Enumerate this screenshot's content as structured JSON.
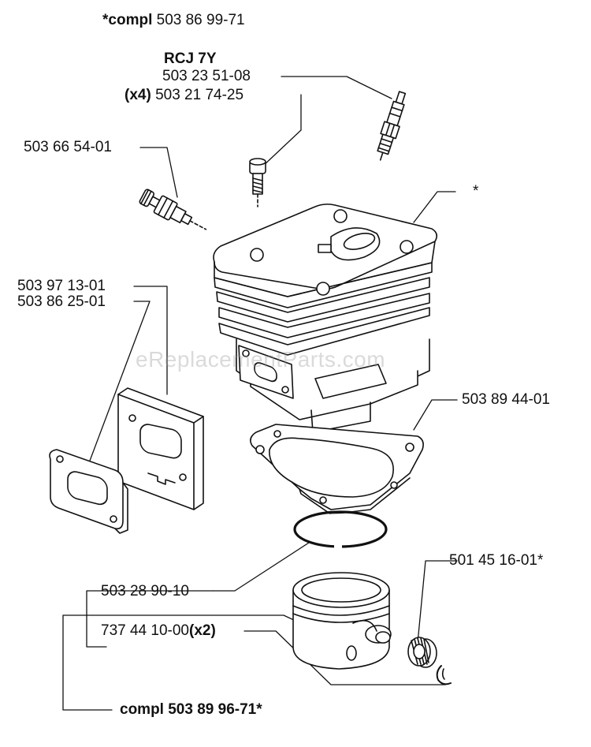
{
  "labels": {
    "compl_top_prefix": "*compl",
    "compl_top_number": "503 86 99-71",
    "spark_plug_type": "RCJ 7Y",
    "spark_plug_number": "503 23 51-08",
    "screw_qty": "(x4)",
    "screw_number": "503 21 74-25",
    "decomp_valve_number": "503 66 54-01",
    "cylinder_marker": "*",
    "plate_number": "503 97 13-01",
    "gasket_small_number": "503 86 25-01",
    "base_gasket_number": "503 89 44-01",
    "bearing_number": "501 45 16-01*",
    "ring_number": "503 28 90-10",
    "pin_number": "737 44 10-00",
    "pin_qty": "(x2)",
    "compl_bottom": "compl 503 89 96-71*"
  },
  "watermark": "eReplacementParts.com",
  "colors": {
    "ink": "#111111",
    "background": "#ffffff"
  }
}
